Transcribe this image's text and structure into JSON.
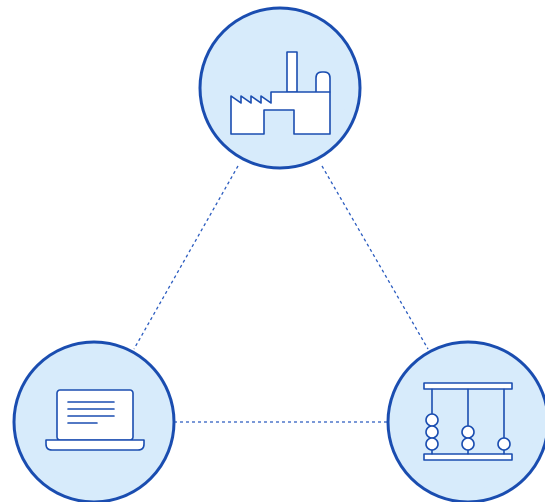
{
  "colors": {
    "background": "#ffffff",
    "node_fill": "#d7ebfb",
    "node_outline": "#1a4db0",
    "icon_stroke": "#1a4db0",
    "icon_fill": "#ffffff",
    "connector": "#2a5bbf"
  },
  "nodes": [
    {
      "id": "factory",
      "icon": "factory-icon"
    },
    {
      "id": "laptop",
      "icon": "laptop-icon"
    },
    {
      "id": "abacus",
      "icon": "abacus-icon"
    }
  ],
  "connections": [
    {
      "from": "factory",
      "to": "laptop",
      "style": "dashed"
    },
    {
      "from": "factory",
      "to": "abacus",
      "style": "dashed"
    },
    {
      "from": "laptop",
      "to": "abacus",
      "style": "dashed"
    }
  ]
}
